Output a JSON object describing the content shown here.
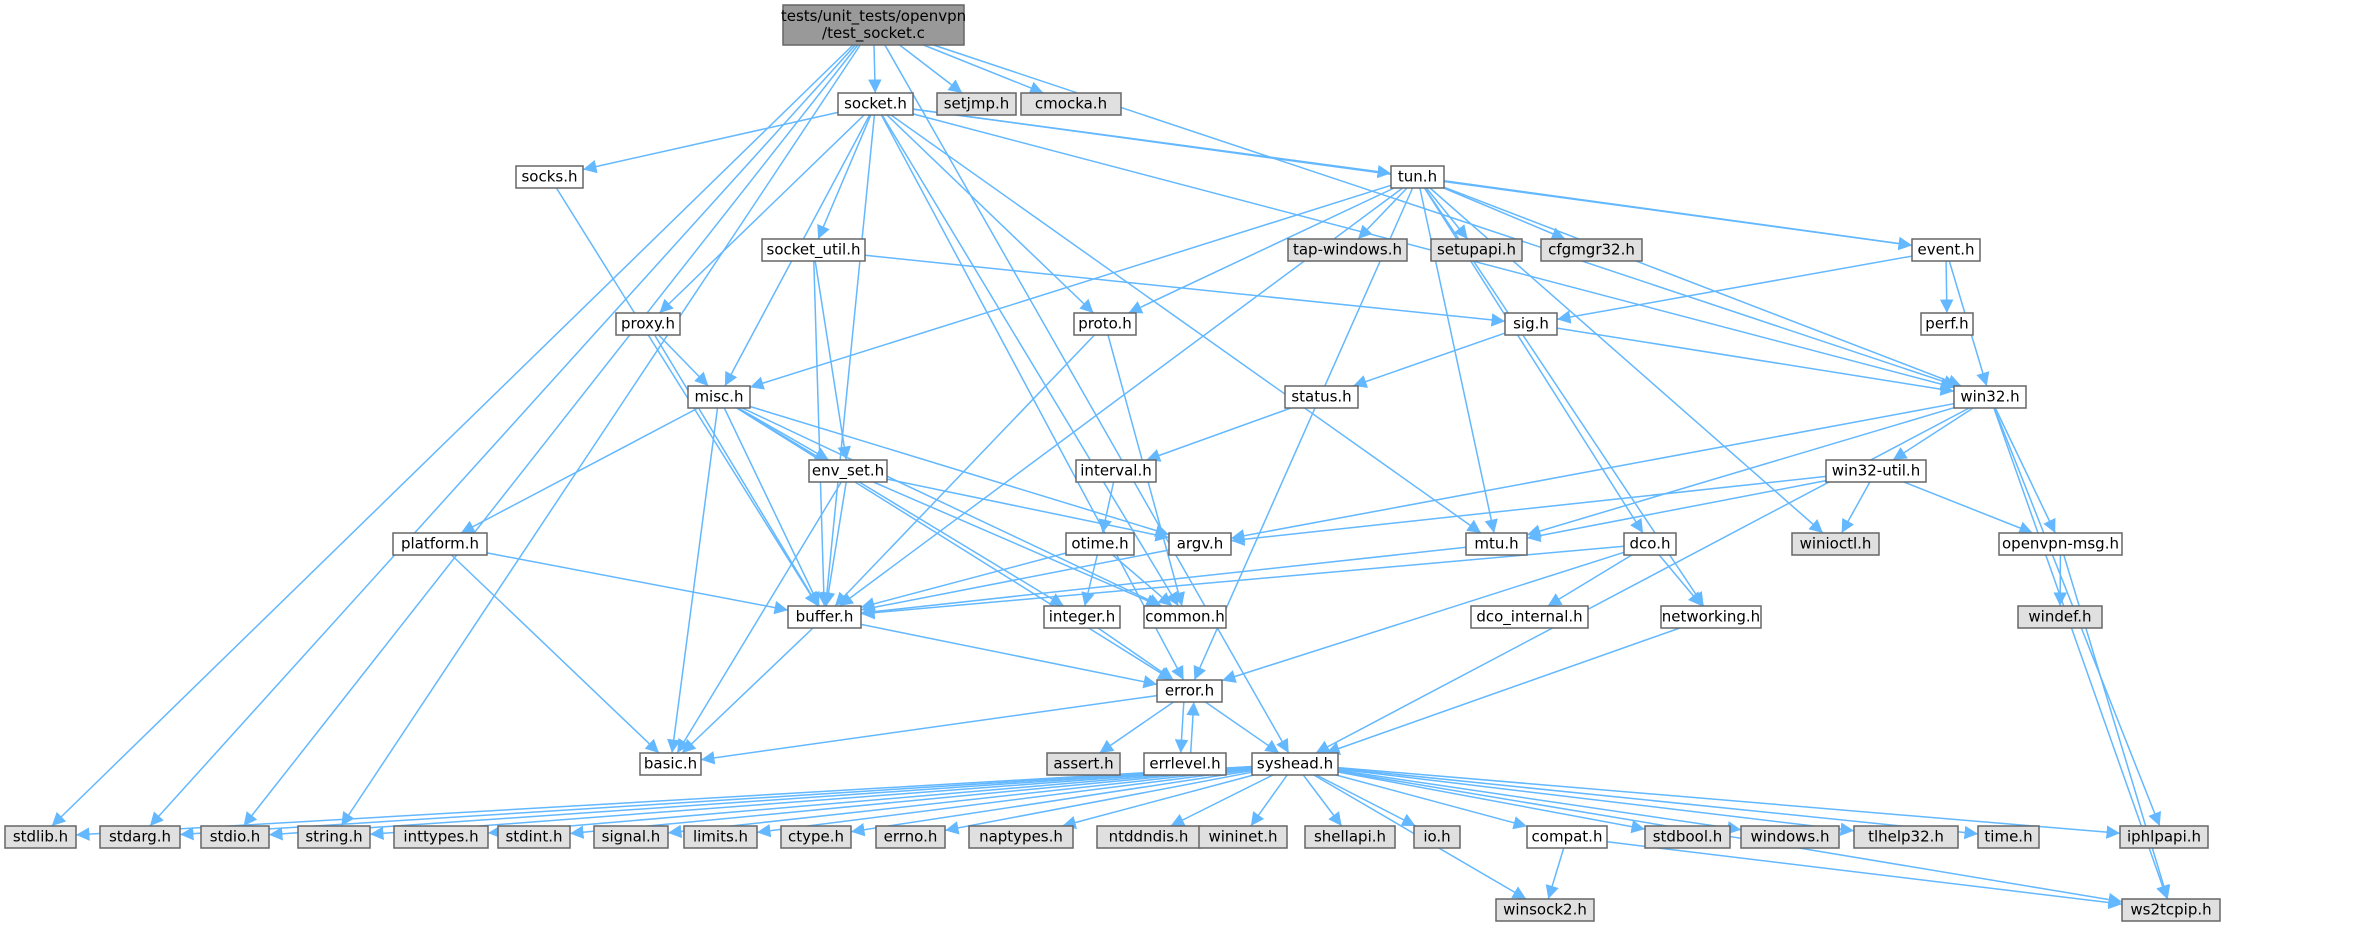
{
  "title": "tests/unit_tests/openvpn/test_socket.c",
  "colors": {
    "root_fill": "#999999",
    "documented_fill": "#ffffff",
    "external_fill": "#e0e0e0",
    "border": "#666666",
    "edge": "#63b8ff"
  },
  "nodes": [
    {
      "id": "root",
      "label": [
        "tests/unit_tests/openvpn",
        "/test_socket.c"
      ],
      "kind": "root"
    },
    {
      "id": "socket_h",
      "label": [
        "socket.h"
      ],
      "kind": "documented"
    },
    {
      "id": "setjmp_h",
      "label": [
        "setjmp.h"
      ],
      "kind": "external"
    },
    {
      "id": "cmocka_h",
      "label": [
        "cmocka.h"
      ],
      "kind": "external"
    },
    {
      "id": "socks_h",
      "label": [
        "socks.h"
      ],
      "kind": "documented"
    },
    {
      "id": "tun_h",
      "label": [
        "tun.h"
      ],
      "kind": "documented"
    },
    {
      "id": "socket_util_h",
      "label": [
        "socket_util.h"
      ],
      "kind": "documented"
    },
    {
      "id": "tapwin_h",
      "label": [
        "tap-windows.h"
      ],
      "kind": "external"
    },
    {
      "id": "setupapi_h",
      "label": [
        "setupapi.h"
      ],
      "kind": "external"
    },
    {
      "id": "cfgmgr_h",
      "label": [
        "cfgmgr32.h"
      ],
      "kind": "external"
    },
    {
      "id": "event_h",
      "label": [
        "event.h"
      ],
      "kind": "documented"
    },
    {
      "id": "proxy_h",
      "label": [
        "proxy.h"
      ],
      "kind": "documented"
    },
    {
      "id": "proto_h",
      "label": [
        "proto.h"
      ],
      "kind": "documented"
    },
    {
      "id": "sig_h",
      "label": [
        "sig.h"
      ],
      "kind": "documented"
    },
    {
      "id": "perf_h",
      "label": [
        "perf.h"
      ],
      "kind": "documented"
    },
    {
      "id": "misc_h",
      "label": [
        "misc.h"
      ],
      "kind": "documented"
    },
    {
      "id": "status_h",
      "label": [
        "status.h"
      ],
      "kind": "documented"
    },
    {
      "id": "win32_h",
      "label": [
        "win32.h"
      ],
      "kind": "documented"
    },
    {
      "id": "env_set_h",
      "label": [
        "env_set.h"
      ],
      "kind": "documented"
    },
    {
      "id": "interval_h",
      "label": [
        "interval.h"
      ],
      "kind": "documented"
    },
    {
      "id": "win32util_h",
      "label": [
        "win32-util.h"
      ],
      "kind": "documented"
    },
    {
      "id": "platform_h",
      "label": [
        "platform.h"
      ],
      "kind": "documented"
    },
    {
      "id": "otime_h",
      "label": [
        "otime.h"
      ],
      "kind": "documented"
    },
    {
      "id": "argv_h",
      "label": [
        "argv.h"
      ],
      "kind": "documented"
    },
    {
      "id": "mtu_h",
      "label": [
        "mtu.h"
      ],
      "kind": "documented"
    },
    {
      "id": "dco_h",
      "label": [
        "dco.h"
      ],
      "kind": "documented"
    },
    {
      "id": "winioctl_h",
      "label": [
        "winioctl.h"
      ],
      "kind": "external"
    },
    {
      "id": "ovpnmsg_h",
      "label": [
        "openvpn-msg.h"
      ],
      "kind": "documented"
    },
    {
      "id": "buffer_h",
      "label": [
        "buffer.h"
      ],
      "kind": "documented"
    },
    {
      "id": "integer_h",
      "label": [
        "integer.h"
      ],
      "kind": "documented"
    },
    {
      "id": "common_h",
      "label": [
        "common.h"
      ],
      "kind": "documented"
    },
    {
      "id": "dco_internal_h",
      "label": [
        "dco_internal.h"
      ],
      "kind": "documented"
    },
    {
      "id": "networking_h",
      "label": [
        "networking.h"
      ],
      "kind": "documented"
    },
    {
      "id": "windef_h",
      "label": [
        "windef.h"
      ],
      "kind": "external"
    },
    {
      "id": "error_h",
      "label": [
        "error.h"
      ],
      "kind": "documented"
    },
    {
      "id": "basic_h",
      "label": [
        "basic.h"
      ],
      "kind": "documented"
    },
    {
      "id": "assert_h",
      "label": [
        "assert.h"
      ],
      "kind": "external"
    },
    {
      "id": "errlevel_h",
      "label": [
        "errlevel.h"
      ],
      "kind": "documented"
    },
    {
      "id": "syshead_h",
      "label": [
        "syshead.h"
      ],
      "kind": "documented"
    },
    {
      "id": "stdlib_h",
      "label": [
        "stdlib.h"
      ],
      "kind": "external"
    },
    {
      "id": "stdarg_h",
      "label": [
        "stdarg.h"
      ],
      "kind": "external"
    },
    {
      "id": "stdio_h",
      "label": [
        "stdio.h"
      ],
      "kind": "external"
    },
    {
      "id": "string_h",
      "label": [
        "string.h"
      ],
      "kind": "external"
    },
    {
      "id": "inttypes_h",
      "label": [
        "inttypes.h"
      ],
      "kind": "external"
    },
    {
      "id": "stdint_h",
      "label": [
        "stdint.h"
      ],
      "kind": "external"
    },
    {
      "id": "signal_h",
      "label": [
        "signal.h"
      ],
      "kind": "external"
    },
    {
      "id": "limits_h",
      "label": [
        "limits.h"
      ],
      "kind": "external"
    },
    {
      "id": "ctype_h",
      "label": [
        "ctype.h"
      ],
      "kind": "external"
    },
    {
      "id": "errno_h",
      "label": [
        "errno.h"
      ],
      "kind": "external"
    },
    {
      "id": "naptypes_h",
      "label": [
        "naptypes.h"
      ],
      "kind": "external"
    },
    {
      "id": "ntddndis_h",
      "label": [
        "ntddndis.h"
      ],
      "kind": "external"
    },
    {
      "id": "wininet_h",
      "label": [
        "wininet.h"
      ],
      "kind": "external"
    },
    {
      "id": "shellapi_h",
      "label": [
        "shellapi.h"
      ],
      "kind": "external"
    },
    {
      "id": "io_h",
      "label": [
        "io.h"
      ],
      "kind": "external"
    },
    {
      "id": "compat_h",
      "label": [
        "compat.h"
      ],
      "kind": "documented"
    },
    {
      "id": "stdbool_h",
      "label": [
        "stdbool.h"
      ],
      "kind": "external"
    },
    {
      "id": "windows_h",
      "label": [
        "windows.h"
      ],
      "kind": "external"
    },
    {
      "id": "tlhelp32_h",
      "label": [
        "tlhelp32.h"
      ],
      "kind": "external"
    },
    {
      "id": "time_h",
      "label": [
        "time.h"
      ],
      "kind": "external"
    },
    {
      "id": "iphlpapi_h",
      "label": [
        "iphlpapi.h"
      ],
      "kind": "external"
    },
    {
      "id": "winsock2_h",
      "label": [
        "winsock2.h"
      ],
      "kind": "external"
    },
    {
      "id": "ws2tcpip_h",
      "label": [
        "ws2tcpip.h"
      ],
      "kind": "external"
    }
  ],
  "edges": [
    [
      "root",
      "socket_h"
    ],
    [
      "root",
      "setjmp_h"
    ],
    [
      "root",
      "cmocka_h"
    ],
    [
      "root",
      "stdlib_h"
    ],
    [
      "root",
      "stdarg_h"
    ],
    [
      "root",
      "stdio_h"
    ],
    [
      "root",
      "string_h"
    ],
    [
      "root",
      "win32_h"
    ],
    [
      "root",
      "syshead_h"
    ],
    [
      "socket_h",
      "socks_h"
    ],
    [
      "socket_h",
      "tun_h"
    ],
    [
      "socket_h",
      "socket_util_h"
    ],
    [
      "socket_h",
      "event_h"
    ],
    [
      "socket_h",
      "proxy_h"
    ],
    [
      "socket_h",
      "proto_h"
    ],
    [
      "socket_h",
      "misc_h"
    ],
    [
      "socket_h",
      "buffer_h"
    ],
    [
      "socket_h",
      "mtu_h"
    ],
    [
      "socket_h",
      "error_h"
    ],
    [
      "socket_h",
      "win32_h"
    ],
    [
      "socket_h",
      "common_h"
    ],
    [
      "socks_h",
      "buffer_h"
    ],
    [
      "tun_h",
      "tapwin_h"
    ],
    [
      "tun_h",
      "setupapi_h"
    ],
    [
      "tun_h",
      "cfgmgr_h"
    ],
    [
      "tun_h",
      "event_h"
    ],
    [
      "tun_h",
      "proto_h"
    ],
    [
      "tun_h",
      "misc_h"
    ],
    [
      "tun_h",
      "buffer_h"
    ],
    [
      "tun_h",
      "mtu_h"
    ],
    [
      "tun_h",
      "error_h"
    ],
    [
      "tun_h",
      "win32_h"
    ],
    [
      "tun_h",
      "dco_h"
    ],
    [
      "tun_h",
      "winioctl_h"
    ],
    [
      "tun_h",
      "networking_h"
    ],
    [
      "socket_util_h",
      "sig_h"
    ],
    [
      "socket_util_h",
      "env_set_h"
    ],
    [
      "socket_util_h",
      "buffer_h"
    ],
    [
      "event_h",
      "sig_h"
    ],
    [
      "event_h",
      "perf_h"
    ],
    [
      "event_h",
      "win32_h"
    ],
    [
      "proxy_h",
      "misc_h"
    ],
    [
      "proxy_h",
      "buffer_h"
    ],
    [
      "proto_h",
      "buffer_h"
    ],
    [
      "proto_h",
      "common_h"
    ],
    [
      "sig_h",
      "status_h"
    ],
    [
      "sig_h",
      "win32_h"
    ],
    [
      "misc_h",
      "env_set_h"
    ],
    [
      "misc_h",
      "platform_h"
    ],
    [
      "misc_h",
      "argv_h"
    ],
    [
      "misc_h",
      "buffer_h"
    ],
    [
      "misc_h",
      "integer_h"
    ],
    [
      "misc_h",
      "common_h"
    ],
    [
      "misc_h",
      "basic_h"
    ],
    [
      "misc_h",
      "error_h"
    ],
    [
      "status_h",
      "interval_h"
    ],
    [
      "win32_h",
      "win32util_h"
    ],
    [
      "win32_h",
      "ovpnmsg_h"
    ],
    [
      "win32_h",
      "argv_h"
    ],
    [
      "win32_h",
      "mtu_h"
    ],
    [
      "win32_h",
      "syshead_h"
    ],
    [
      "win32_h",
      "iphlpapi_h"
    ],
    [
      "win32_h",
      "ws2tcpip_h"
    ],
    [
      "env_set_h",
      "argv_h"
    ],
    [
      "env_set_h",
      "buffer_h"
    ],
    [
      "env_set_h",
      "common_h"
    ],
    [
      "env_set_h",
      "basic_h"
    ],
    [
      "interval_h",
      "otime_h"
    ],
    [
      "win32util_h",
      "winioctl_h"
    ],
    [
      "win32util_h",
      "ovpnmsg_h"
    ],
    [
      "win32util_h",
      "argv_h"
    ],
    [
      "win32util_h",
      "mtu_h"
    ],
    [
      "platform_h",
      "buffer_h"
    ],
    [
      "platform_h",
      "basic_h"
    ],
    [
      "otime_h",
      "integer_h"
    ],
    [
      "otime_h",
      "common_h"
    ],
    [
      "otime_h",
      "buffer_h"
    ],
    [
      "argv_h",
      "buffer_h"
    ],
    [
      "mtu_h",
      "buffer_h"
    ],
    [
      "dco_h",
      "buffer_h"
    ],
    [
      "dco_h",
      "dco_internal_h"
    ],
    [
      "dco_h",
      "networking_h"
    ],
    [
      "dco_h",
      "error_h"
    ],
    [
      "ovpnmsg_h",
      "windef_h"
    ],
    [
      "ovpnmsg_h",
      "ws2tcpip_h"
    ],
    [
      "buffer_h",
      "basic_h"
    ],
    [
      "buffer_h",
      "error_h"
    ],
    [
      "integer_h",
      "error_h"
    ],
    [
      "networking_h",
      "syshead_h"
    ],
    [
      "error_h",
      "basic_h"
    ],
    [
      "error_h",
      "assert_h"
    ],
    [
      "error_h",
      "errlevel_h"
    ],
    [
      "error_h",
      "syshead_h"
    ],
    [
      "errlevel_h",
      "error_h"
    ],
    [
      "syshead_h",
      "stdlib_h"
    ],
    [
      "syshead_h",
      "stdarg_h"
    ],
    [
      "syshead_h",
      "stdio_h"
    ],
    [
      "syshead_h",
      "string_h"
    ],
    [
      "syshead_h",
      "inttypes_h"
    ],
    [
      "syshead_h",
      "stdint_h"
    ],
    [
      "syshead_h",
      "signal_h"
    ],
    [
      "syshead_h",
      "limits_h"
    ],
    [
      "syshead_h",
      "ctype_h"
    ],
    [
      "syshead_h",
      "errno_h"
    ],
    [
      "syshead_h",
      "naptypes_h"
    ],
    [
      "syshead_h",
      "ntddndis_h"
    ],
    [
      "syshead_h",
      "wininet_h"
    ],
    [
      "syshead_h",
      "shellapi_h"
    ],
    [
      "syshead_h",
      "io_h"
    ],
    [
      "syshead_h",
      "compat_h"
    ],
    [
      "syshead_h",
      "stdbool_h"
    ],
    [
      "syshead_h",
      "windows_h"
    ],
    [
      "syshead_h",
      "tlhelp32_h"
    ],
    [
      "syshead_h",
      "time_h"
    ],
    [
      "syshead_h",
      "iphlpapi_h"
    ],
    [
      "syshead_h",
      "winsock2_h"
    ],
    [
      "syshead_h",
      "ws2tcpip_h"
    ],
    [
      "compat_h",
      "winsock2_h"
    ],
    [
      "compat_h",
      "ws2tcpip_h"
    ]
  ]
}
